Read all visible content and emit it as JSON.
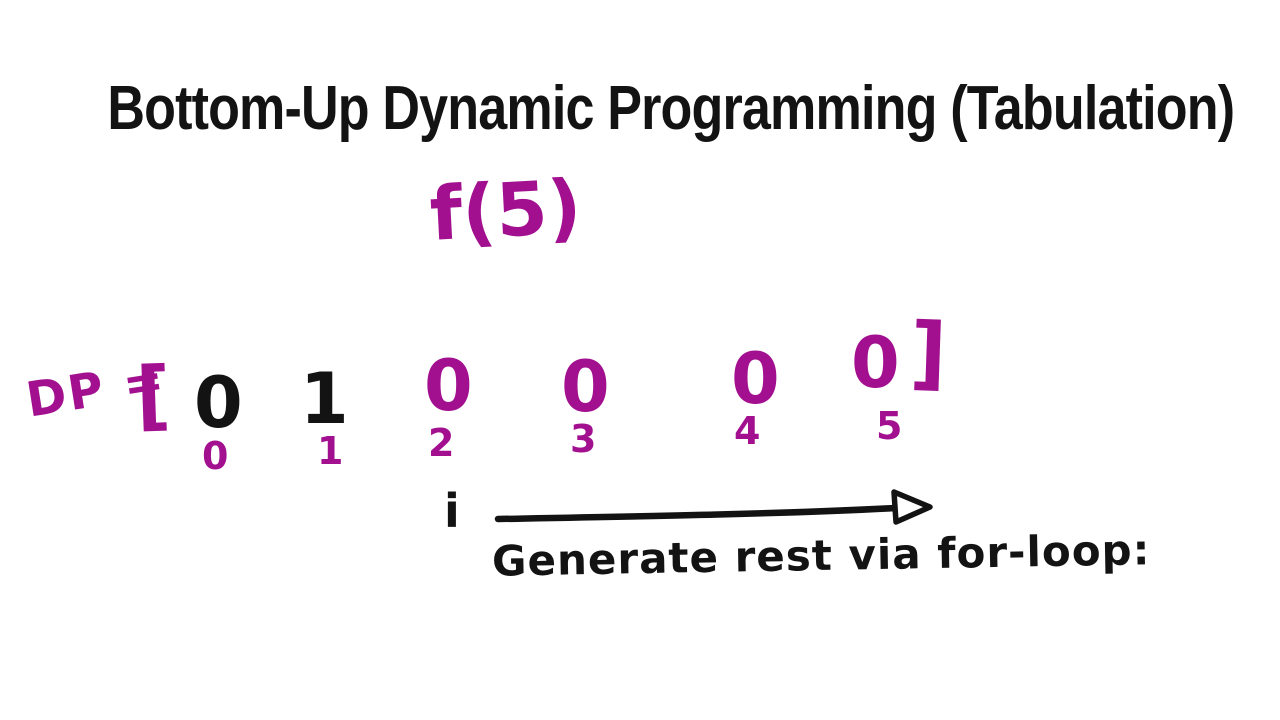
{
  "colors": {
    "background": "#ffffff",
    "ink": "#131313",
    "marker": "#a2108f"
  },
  "title": {
    "text": "Bottom-Up Dynamic Programming (Tabulation)"
  },
  "annotations": {
    "call_label": "f(5)"
  },
  "dp_array": {
    "label": "DP =",
    "open_bracket": "[",
    "close_bracket": "]",
    "cells": [
      {
        "value": "0",
        "index": "0",
        "ink": "black"
      },
      {
        "value": "1",
        "index": "1",
        "ink": "black"
      },
      {
        "value": "0",
        "index": "2",
        "ink": "marker"
      },
      {
        "value": "0",
        "index": "3",
        "ink": "marker"
      },
      {
        "value": "0",
        "index": "4",
        "ink": "marker"
      },
      {
        "value": "0",
        "index": "5",
        "ink": "marker"
      }
    ]
  },
  "iteration": {
    "pointer_label": "i",
    "caption": "Generate rest via for-loop:"
  }
}
